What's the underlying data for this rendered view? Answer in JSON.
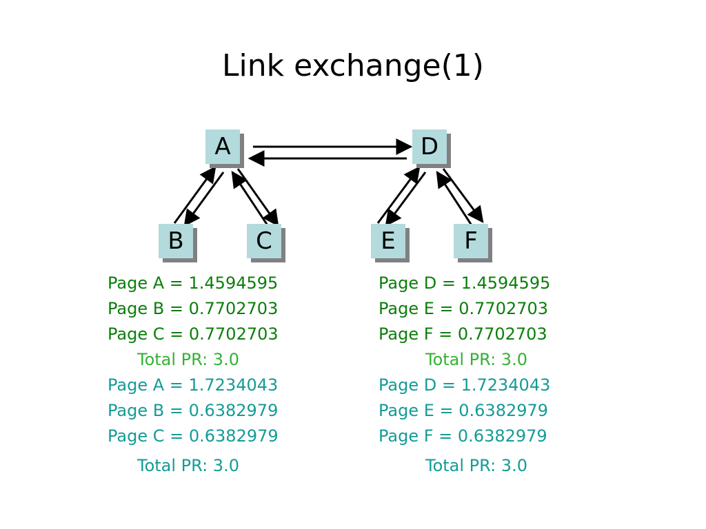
{
  "title": "Link exchange(1)",
  "nodes": {
    "A": "A",
    "B": "B",
    "C": "C",
    "D": "D",
    "E": "E",
    "F": "F"
  },
  "colors": {
    "node_fill": "#b3dadc",
    "node_shadow": "#808080",
    "iteration1_text": "#0b7e0b",
    "iteration1_total": "#33b233",
    "iteration2_text": "#149b96"
  },
  "left": {
    "iteration1": [
      "Page A = 1.4594595",
      "Page B = 0.7702703",
      "Page C = 0.7702703"
    ],
    "total1": "Total PR: 3.0",
    "iteration2": [
      "Page A = 1.7234043",
      "Page B = 0.6382979",
      "Page C = 0.6382979"
    ],
    "total2": "Total PR: 3.0"
  },
  "right": {
    "iteration1": [
      "Page D = 1.4594595",
      "Page E = 0.7702703",
      "Page F = 0.7702703"
    ],
    "total1": "Total PR: 3.0",
    "iteration2": [
      "Page D = 1.7234043",
      "Page E = 0.6382979",
      "Page F = 0.6382979"
    ],
    "total2": "Total PR: 3.0"
  }
}
